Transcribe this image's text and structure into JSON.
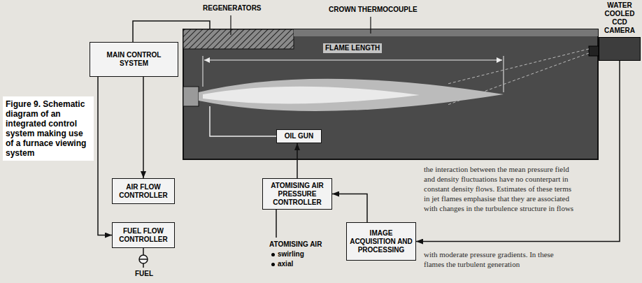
{
  "diagram": {
    "caption": "Figure 9. Schematic diagram of an integrated control system making use of a furnace viewing system",
    "nodes": [
      {
        "text": [
          "MAIN CONTROL SYSTEM"
        ]
      },
      {
        "text": [
          "OIL GUN"
        ]
      },
      {
        "text": [
          "WATER COOLED CCD CAMERA"
        ]
      },
      {
        "text": [
          "ATOMISING AIR PRESSURE CONTROLLER"
        ]
      },
      {
        "text": [
          "IMAGE ACQUISITION AND PROCESSING"
        ]
      },
      {
        "text": [
          "AIR FLOW CONTROLLER"
        ]
      },
      {
        "text": [
          "FUEL FLOW CONTROLLER"
        ]
      }
    ],
    "edges": [
      {
        "from": 2,
        "to": 4,
        "arrow": "to"
      },
      {
        "from": 4,
        "to": 3,
        "arrow": "to"
      },
      {
        "from": 0,
        "to": 5,
        "arrow": "to"
      },
      {
        "from": 0,
        "to": 6,
        "arrow": "to"
      },
      {
        "from": 3,
        "to": 1,
        "arrow": "to"
      }
    ],
    "labels": [
      "REGENERATORS",
      "CROWN THERMOCOUPLE",
      "FLAME LENGTH",
      "ATOMISING AIR",
      "swirling",
      "axial",
      "FUEL",
      "the interaction between the mean pressure field",
      "and density fluctuations have no counterpart in",
      "constant density flows. Estimates of these terms",
      "in jet flames emphasise that they are associated",
      "with changes in the turbulence structure in flows",
      "with moderate pressure gradients. In these",
      "flames the turbulent generation"
    ]
  }
}
